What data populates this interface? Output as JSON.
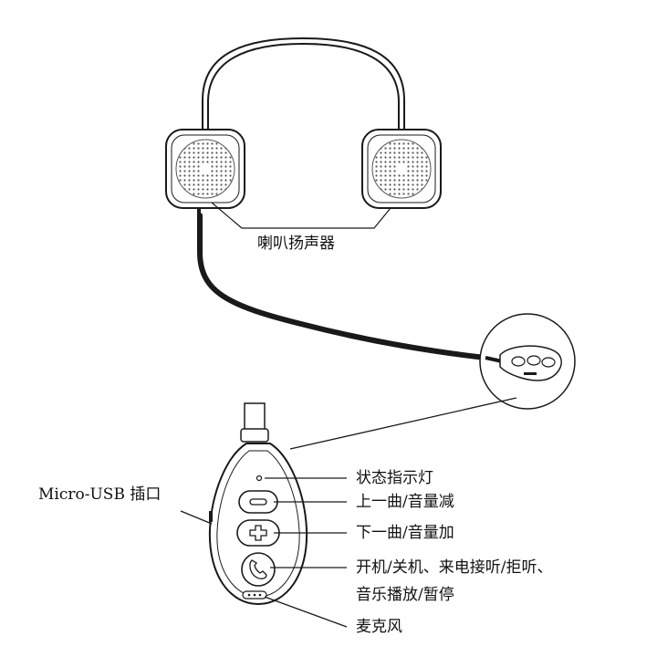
{
  "labels": {
    "speakers": "喇叭扬声器",
    "usb_port": "Micro-USB 插口",
    "status_light": "状态指示灯",
    "prev_vol_down": "上一曲/音量减",
    "next_vol_up": "下一曲/音量加",
    "power_call_line1": "开机/关机、来电接听/拒听、",
    "power_call_line2": "音乐播放/暂停",
    "microphone": "麦克风"
  },
  "colors": {
    "line": "#1a1a1a",
    "speaker_dot": "#555555",
    "background": "#ffffff"
  },
  "icons": {
    "minus_button": "minus-icon",
    "plus_button": "plus-icon",
    "call_button": "phone-icon"
  }
}
